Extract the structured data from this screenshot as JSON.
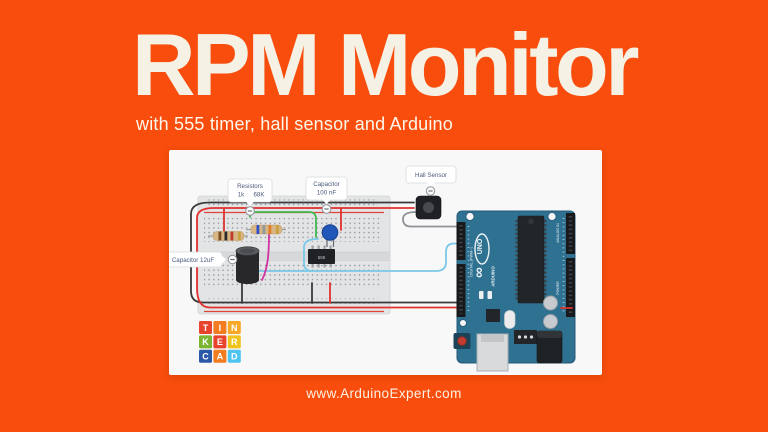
{
  "page": {
    "background_color": "#F84D0C",
    "panel_color": "#F8F8F8"
  },
  "header": {
    "title": "RPM Monitor",
    "title_color": "#F5F1E4",
    "subtitle": "with 555 timer, hall sensor and Arduino"
  },
  "footer": {
    "website": "www.ArduinoExpert.com"
  },
  "diagram": {
    "tooltips": {
      "resistors": {
        "line1": "Resistors",
        "line2_left": "1k",
        "line2_right": "68K"
      },
      "capacitor_100nf": {
        "line1": "Capacitor",
        "line2": "100 nF"
      },
      "hall_sensor": {
        "label": "Hall Sensor"
      },
      "capacitor_12uf": {
        "label": "Capacitor 12uF"
      }
    },
    "ic_label": "555",
    "arduino": {
      "uno_label": "UNO",
      "brand": "ARDUINO",
      "infinity_glyph": "∞",
      "digital_label": "DIGITAL (PWM~)",
      "analog_label": "ANALOG IN",
      "power_label": "POWER",
      "board_color": "#2F7191"
    },
    "breadboard_color": "#E3E4E6",
    "wire_colors": {
      "power_red": "#E0312E",
      "ground_black": "#3A3A3A",
      "signal_cyan": "#79C9E8",
      "signal_green": "#3FB950",
      "signal_magenta": "#D033A0",
      "sensor_gray": "#8E9296"
    },
    "logo": {
      "letters": [
        "T",
        "I",
        "N",
        "K",
        "E",
        "R",
        "C",
        "A",
        "D"
      ],
      "colors": [
        "#E8432C",
        "#F47C20",
        "#F9A825",
        "#7CB531",
        "#E8432C",
        "#EFC31C",
        "#2B59A8",
        "#F47C20",
        "#4EC3F0"
      ]
    }
  }
}
